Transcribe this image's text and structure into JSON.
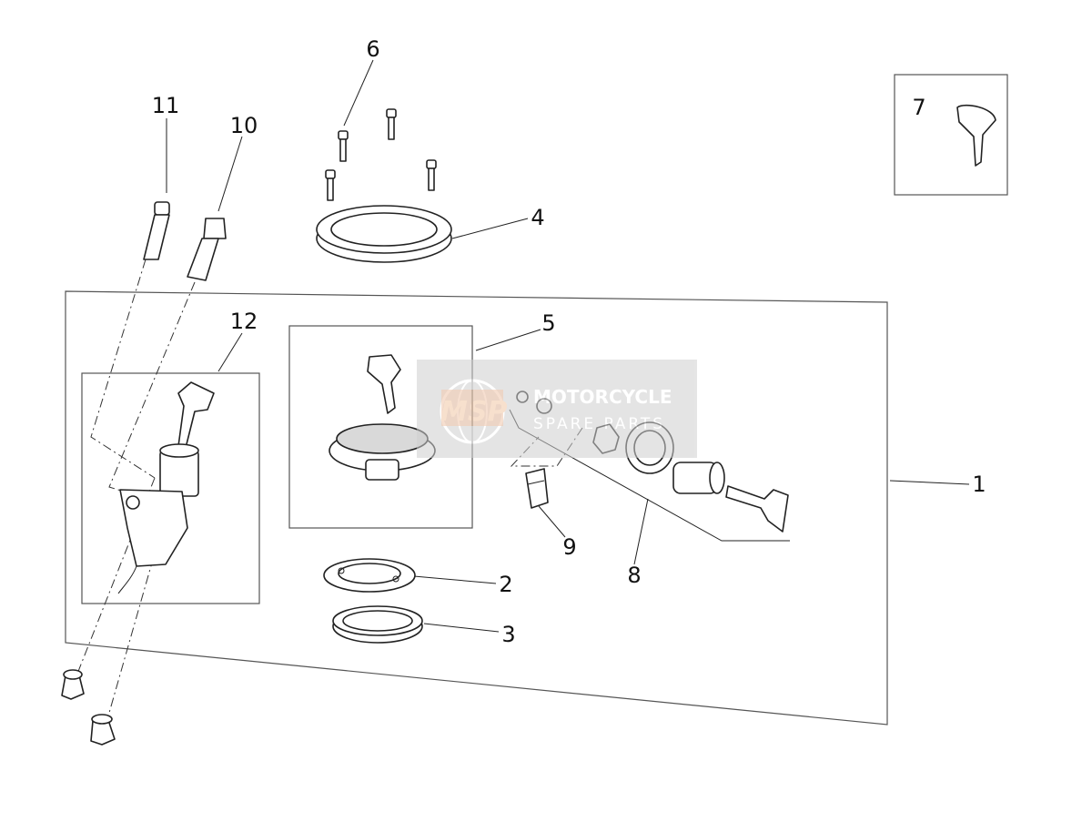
{
  "callouts": {
    "c1": "1",
    "c2": "2",
    "c3": "3",
    "c4": "4",
    "c5": "5",
    "c6": "6",
    "c7": "7",
    "c8": "8",
    "c9": "9",
    "c10": "10",
    "c11": "11",
    "c12": "12"
  },
  "watermark": {
    "logo": "MSP",
    "title": "MOTORCYCLE",
    "subtitle": "SPARE PARTS"
  },
  "icons": [
    "screw-icon",
    "ring-icon",
    "ignition-switch-icon",
    "key-icon",
    "fuel-cap-icon",
    "lock-cylinder-icon",
    "nut-icon",
    "washer-icon"
  ]
}
